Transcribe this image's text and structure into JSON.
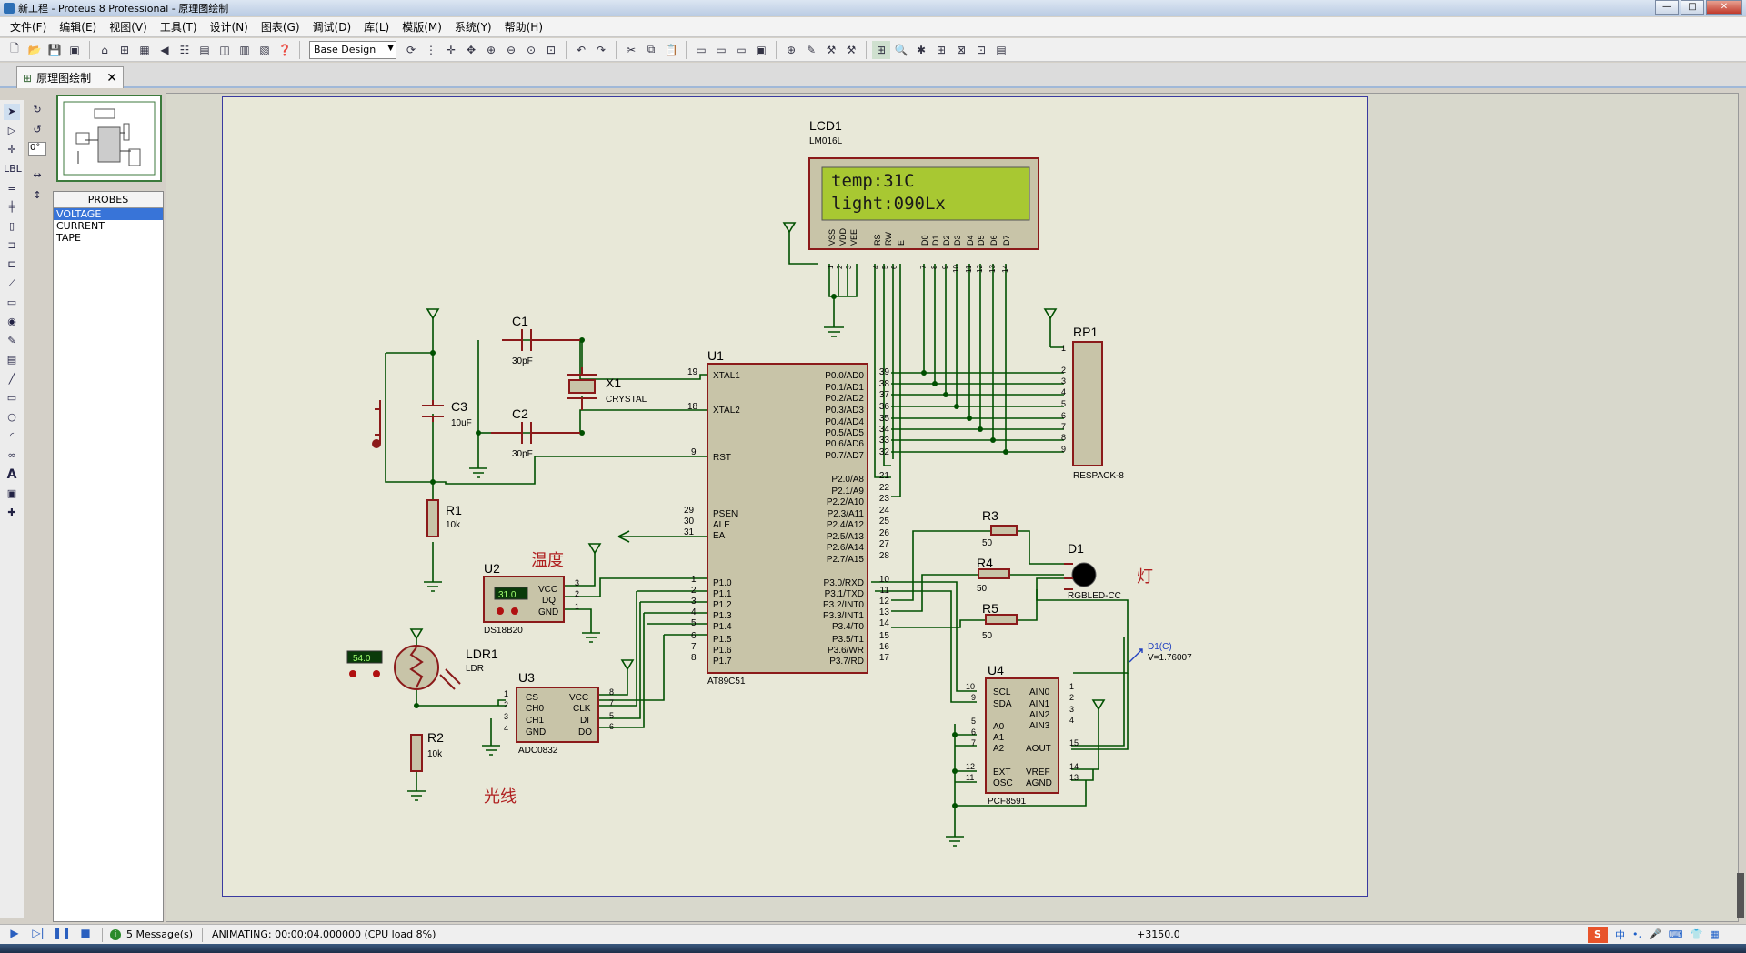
{
  "window": {
    "title": "新工程 - Proteus 8 Professional - 原理图绘制",
    "min": "—",
    "max": "□",
    "close": "✕"
  },
  "menu": [
    "文件(F)",
    "编辑(E)",
    "视图(V)",
    "工具(T)",
    "设计(N)",
    "图表(G)",
    "调试(D)",
    "库(L)",
    "模版(M)",
    "系统(Y)",
    "帮助(H)"
  ],
  "toolbar": {
    "design_combo": "Base Design"
  },
  "tab": {
    "label": "原理图绘制"
  },
  "rotation": {
    "value": "0°"
  },
  "probes": {
    "header": "PROBES",
    "items": [
      "VOLTAGE",
      "CURRENT",
      "TAPE"
    ],
    "selected": 0
  },
  "schematic": {
    "lcd": {
      "ref": "LCD1",
      "part": "LM016L",
      "line1": "temp:31C",
      "line2": "light:090Lx",
      "pin_names": [
        "VSS",
        "VDD",
        "VEE",
        "RS",
        "RW",
        "E",
        "D0",
        "D1",
        "D2",
        "D3",
        "D4",
        "D5",
        "D6",
        "D7"
      ],
      "pin_nums": [
        "1",
        "2",
        "3",
        "4",
        "5",
        "6",
        "7",
        "8",
        "9",
        "10",
        "11",
        "12",
        "13",
        "14"
      ]
    },
    "u1": {
      "ref": "U1",
      "part": "AT89C51",
      "left_pins": [
        [
          "19",
          "XTAL1"
        ],
        [
          "18",
          "XTAL2"
        ],
        [
          "9",
          "RST"
        ],
        [
          "29",
          "PSEN"
        ],
        [
          "30",
          "ALE"
        ],
        [
          "31",
          "EA"
        ],
        [
          "1",
          "P1.0"
        ],
        [
          "2",
          "P1.1"
        ],
        [
          "3",
          "P1.2"
        ],
        [
          "4",
          "P1.3"
        ],
        [
          "5",
          "P1.4"
        ],
        [
          "6",
          "P1.5"
        ],
        [
          "7",
          "P1.6"
        ],
        [
          "8",
          "P1.7"
        ]
      ],
      "right_pins": [
        [
          "39",
          "P0.0/AD0"
        ],
        [
          "38",
          "P0.1/AD1"
        ],
        [
          "37",
          "P0.2/AD2"
        ],
        [
          "36",
          "P0.3/AD3"
        ],
        [
          "35",
          "P0.4/AD4"
        ],
        [
          "34",
          "P0.5/AD5"
        ],
        [
          "33",
          "P0.6/AD6"
        ],
        [
          "32",
          "P0.7/AD7"
        ],
        [
          "21",
          "P2.0/A8"
        ],
        [
          "22",
          "P2.1/A9"
        ],
        [
          "23",
          "P2.2/A10"
        ],
        [
          "24",
          "P2.3/A11"
        ],
        [
          "25",
          "P2.4/A12"
        ],
        [
          "26",
          "P2.5/A13"
        ],
        [
          "27",
          "P2.6/A14"
        ],
        [
          "28",
          "P2.7/A15"
        ],
        [
          "10",
          "P3.0/RXD"
        ],
        [
          "11",
          "P3.1/TXD"
        ],
        [
          "12",
          "P3.2/INT0"
        ],
        [
          "13",
          "P3.3/INT1"
        ],
        [
          "14",
          "P3.4/T0"
        ],
        [
          "15",
          "P3.5/T1"
        ],
        [
          "16",
          "P3.6/WR"
        ],
        [
          "17",
          "P3.7/RD"
        ]
      ]
    },
    "rp1": {
      "ref": "RP1",
      "part": "RESPACK-8",
      "pins": [
        "1",
        "2",
        "3",
        "4",
        "5",
        "6",
        "7",
        "8",
        "9"
      ]
    },
    "c1": {
      "ref": "C1",
      "value": "30pF"
    },
    "c2": {
      "ref": "C2",
      "value": "30pF"
    },
    "c3": {
      "ref": "C3",
      "value": "10uF"
    },
    "x1": {
      "ref": "X1",
      "part": "CRYSTAL"
    },
    "r1": {
      "ref": "R1",
      "value": "10k"
    },
    "r2": {
      "ref": "R2",
      "value": "10k"
    },
    "r3": {
      "ref": "R3",
      "value": "50"
    },
    "r4": {
      "ref": "R4",
      "value": "50"
    },
    "r5": {
      "ref": "R5",
      "value": "50"
    },
    "u2": {
      "ref": "U2",
      "part": "DS18B20",
      "display": "31.0",
      "label": "温度",
      "pins": [
        [
          "3",
          "VCC"
        ],
        [
          "2",
          "DQ"
        ],
        [
          "1",
          "GND"
        ]
      ]
    },
    "ldr1": {
      "ref": "LDR1",
      "part": "LDR",
      "display": "54.0",
      "label": "光线"
    },
    "u3": {
      "ref": "U3",
      "part": "ADC0832",
      "left_pins": [
        [
          "1",
          "CS"
        ],
        [
          "2",
          "CH0"
        ],
        [
          "3",
          "CH1"
        ],
        [
          "4",
          "GND"
        ]
      ],
      "right_pins": [
        [
          "8",
          "VCC"
        ],
        [
          "7",
          "CLK"
        ],
        [
          "5",
          "DI"
        ],
        [
          "6",
          "DO"
        ]
      ]
    },
    "d1": {
      "ref": "D1",
      "part": "RGBLED-CC",
      "label": "灯",
      "probe_name": "D1(C)",
      "probe_value": "V=1.76007"
    },
    "u4": {
      "ref": "U4",
      "part": "PCF8591",
      "left_pins": [
        [
          "10",
          "SCL"
        ],
        [
          "9",
          "SDA"
        ],
        [
          "5",
          "A0"
        ],
        [
          "6",
          "A1"
        ],
        [
          "7",
          "A2"
        ],
        [
          "12",
          "EXT"
        ],
        [
          "11",
          "OSC"
        ]
      ],
      "right_pins": [
        [
          "1",
          "AIN0"
        ],
        [
          "2",
          "AIN1"
        ],
        [
          "3",
          "AIN2"
        ],
        [
          "4",
          "AIN3"
        ],
        [
          "15",
          "AOUT"
        ],
        [
          "14",
          "VREF"
        ],
        [
          "13",
          "AGND"
        ]
      ]
    }
  },
  "status": {
    "messages": "5 Message(s)",
    "animating": "ANIMATING: 00:00:04.000000 (CPU load 8%)",
    "coord": "+3150.0",
    "ime": "中"
  },
  "colors": {
    "wire": "#005000",
    "component": "#8b1a1a",
    "component_fill": "#c8c4a8",
    "lcd_bg": "#a8c832",
    "sheet_border": "#3a3aa0",
    "label_red": "#b02020"
  }
}
